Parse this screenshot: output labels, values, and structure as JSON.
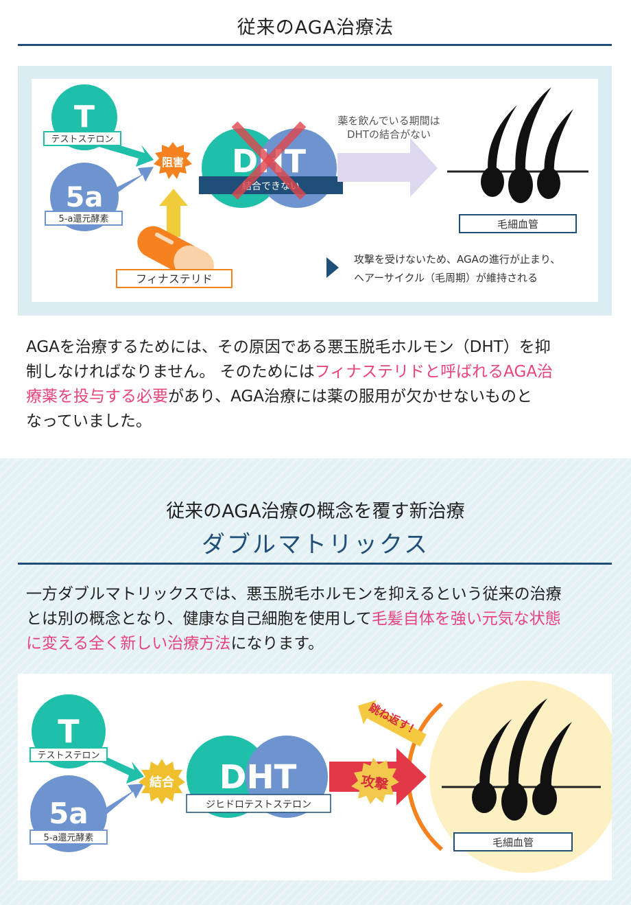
{
  "section1": {
    "title": "従来のAGA治療法",
    "diagram": {
      "t_letter": "T",
      "t_label": "テストステロン",
      "fivea_letter": "5a",
      "fivea_label": "5-a還元酵素",
      "block_badge": "阻害",
      "dht_text": "DHT",
      "dht_bar": "結合できない",
      "arrow_caption_1": "薬を飲んでいる期間は",
      "arrow_caption_2": "DHTの結合がない",
      "capillary_label": "毛細血管",
      "finasteride_label": "フィナステリド",
      "result_line_1": "攻撃を受けないため、AGAの進行が止まり、",
      "result_line_2": "ヘアーサイクル（毛周期）が維持される"
    },
    "paragraph": {
      "line1": "AGAを治療するためには、その原因である悪玉脱毛ホルモン（DHT）を抑",
      "line2_plain": "制しなければなりません。 そのためには",
      "line2_pink": "フィナステリドと呼ばれるAGA治",
      "line3_pink": "療薬を投与する必要",
      "line3_plain": "があり、AGA治療には薬の服用が欠かせないものと",
      "line4": "なっていました。"
    }
  },
  "section2": {
    "title_line1": "従来のAGA治療の概念を覆す新治療",
    "title_line2": "ダブルマトリックス",
    "paragraph": {
      "line1": "一方ダブルマトリックスでは、悪玉脱毛ホルモンを抑えるという従来の治療",
      "line2_plain": "とは別の概念となり、健康な自己細胞を使用して",
      "line2_pink": "毛髪自体を強い元気な状態",
      "line3_pink": "に変える全く新しい治療方法",
      "line3_plain": "になります。"
    },
    "diagram": {
      "t_letter": "T",
      "t_label": "テストステロン",
      "fivea_letter": "5a",
      "fivea_label": "5-a還元酵素",
      "bind_badge": "結合",
      "dht_text": "DHT",
      "dht_label": "ジヒドロテストステロン",
      "attack_badge": "攻撃",
      "bounce_text": "跳ね返す！",
      "capillary_label": "毛細血管"
    }
  },
  "colors": {
    "teal": "#1fbfa9",
    "blue": "#6d94cf",
    "navy": "#1f4e79",
    "pink": "#e8437d",
    "orange": "#f5821f",
    "red_cross": "#e0474d",
    "attack_red": "#e2384a",
    "hair_bg": "#fdf1c4"
  }
}
